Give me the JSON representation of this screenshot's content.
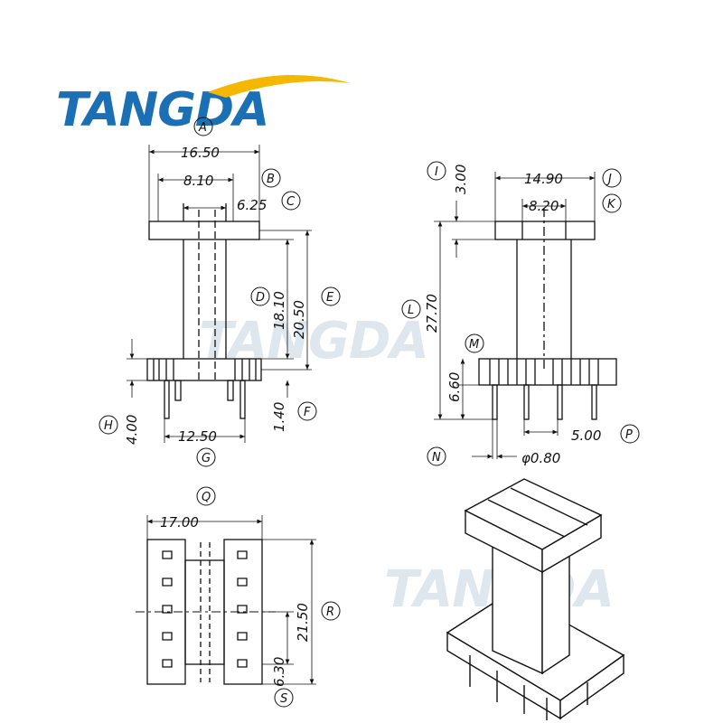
{
  "brand": {
    "logo_text": "TANGDA",
    "logo_color": "#1b6fb5",
    "swoosh_color": "#f5b800",
    "watermark_text": "TANGDA"
  },
  "dimensions": {
    "A": {
      "label": "A",
      "value": "16.50"
    },
    "B": {
      "label": "B",
      "value": "8.10"
    },
    "C": {
      "label": "C",
      "value": "6.25"
    },
    "D": {
      "label": "D",
      "value": "18.10"
    },
    "E": {
      "label": "E",
      "value": "20.50"
    },
    "F": {
      "label": "F",
      "value": "1.40"
    },
    "G": {
      "label": "G",
      "value": "12.50"
    },
    "H": {
      "label": "H",
      "value": "4.00"
    },
    "I": {
      "label": "I",
      "value": "3.00"
    },
    "J": {
      "label": "J",
      "value": "14.90"
    },
    "K": {
      "label": "K",
      "value": "8.20"
    },
    "L": {
      "label": "L",
      "value": "27.70"
    },
    "M": {
      "label": "M",
      "value": "6.60"
    },
    "N": {
      "label": "N",
      "value": "φ0.80"
    },
    "P": {
      "label": "P",
      "value": "5.00"
    },
    "Q": {
      "label": "Q",
      "value": "17.00"
    },
    "R": {
      "label": "R",
      "value": "21.50"
    },
    "S": {
      "label": "S",
      "value": "6.30"
    }
  }
}
